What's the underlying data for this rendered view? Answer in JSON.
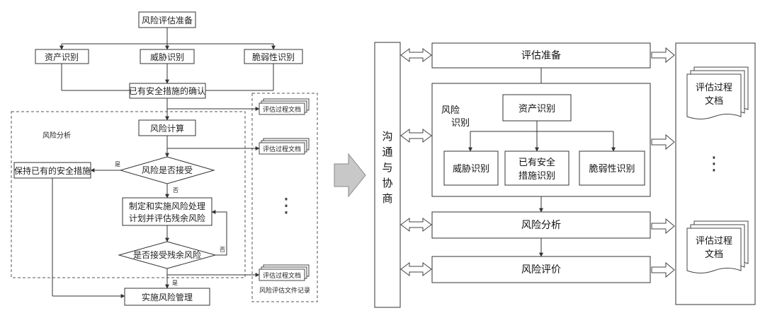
{
  "left": {
    "prep": "风险评估准备",
    "asset": "资产识别",
    "threat": "威胁识别",
    "vuln": "脆弱性识别",
    "measures": "已有安全措施的确认",
    "analysis_label": "风险分析",
    "calc": "风险计算",
    "accept_q": "风险是否接受",
    "keep": "保持已有的安全措施",
    "plan_line1": "制定和实施风险处理",
    "plan_line2": "计划并评估残余风险",
    "residual_q": "是否接受残余风险",
    "manage": "实施风险管理",
    "yes": "是",
    "no": "否",
    "doc": "评估过程文档",
    "ellipsis": "⋮",
    "records_label": "风险评估文件记录"
  },
  "right": {
    "communication": [
      "沟",
      "通",
      "与",
      "协",
      "商"
    ],
    "prep": "评估准备",
    "risk_id_line1": "风险",
    "risk_id_line2": "识别",
    "asset": "资产识别",
    "threat": "威胁识别",
    "measures_line1": "已有安全",
    "measures_line2": "措施识别",
    "vuln": "脆弱性识别",
    "analysis": "风险分析",
    "evaluation": "风险评价",
    "doc_line1": "评估过程",
    "doc_line2": "文档",
    "ellipsis": "⋮"
  }
}
